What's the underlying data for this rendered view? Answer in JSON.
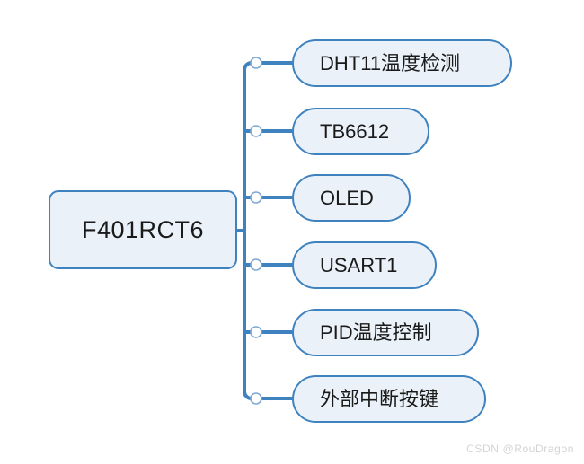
{
  "diagram": {
    "type": "mind-map",
    "background_color": "#ffffff",
    "node_fill_color": "#eaf1f8",
    "node_border_color": "#3f82c0",
    "connector_color": "#3f82c0",
    "text_color": "#1a1a1a",
    "root": {
      "label": "F401RCT6"
    },
    "children": [
      {
        "label": "DHT11温度检测"
      },
      {
        "label": "TB6612"
      },
      {
        "label": "OLED"
      },
      {
        "label": "USART1"
      },
      {
        "label": "PID温度控制"
      },
      {
        "label": "外部中断按键"
      }
    ]
  },
  "watermark": {
    "text": "CSDN @RouDragon",
    "color": "#d4d4d4"
  }
}
